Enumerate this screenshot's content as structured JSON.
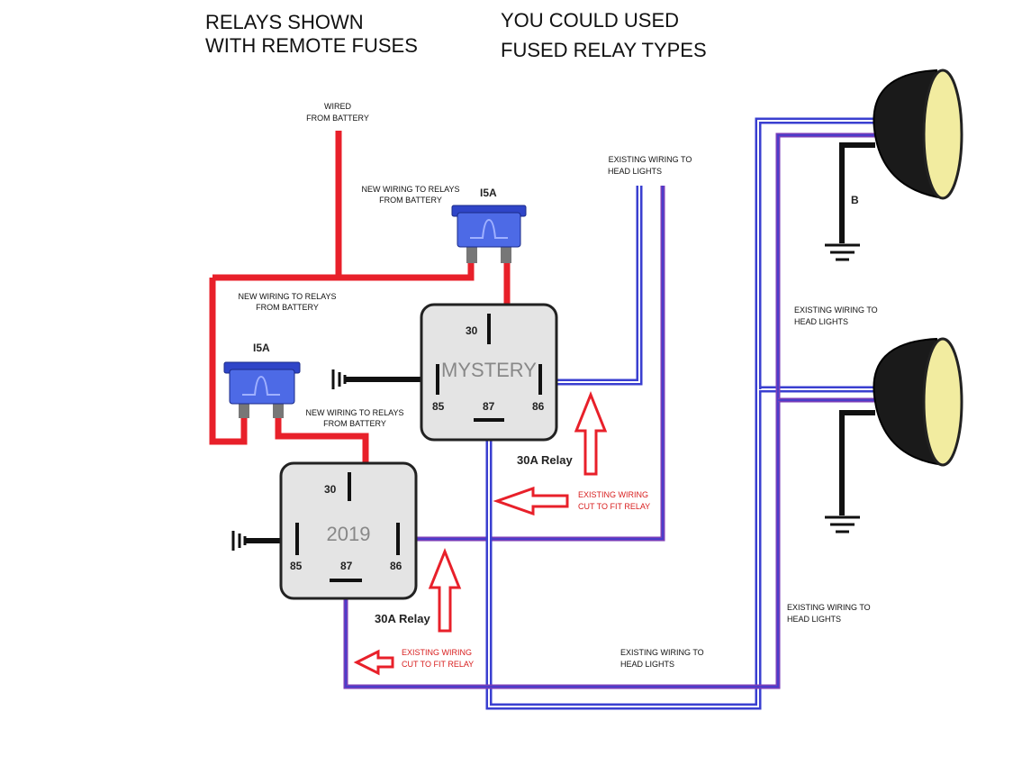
{
  "header": {
    "left_line1": "RELAYS SHOWN",
    "left_line2": "WITH  REMOTE FUSES",
    "right_line1": "YOU COULD USED",
    "right_line2": "FUSED RELAY TYPES"
  },
  "labels": {
    "wired_line1": "WIRED",
    "wired_line2": "FROM BATTERY",
    "new_wiring_top_line1": "NEW WIRING TO RELAYS",
    "new_wiring_top_line2": "FROM BATTERY",
    "new_wiring_left_line1": "NEW WIRING TO RELAYS",
    "new_wiring_left_line2": "FROM BATTERY",
    "new_wiring_mid_line1": "NEW WIRING TO RELAYS",
    "new_wiring_mid_line2": "FROM BATTERY",
    "existing_top_line1": "EXISTING WIRING TO",
    "existing_top_line2": "HEAD LIGHTS",
    "existing_right_mid_line1": "EXISTING WIRING TO",
    "existing_right_mid_line2": "HEAD LIGHTS",
    "existing_right_low_line1": "EXISTING WIRING TO",
    "existing_right_low_line2": "HEAD LIGHTS",
    "existing_bottom_line1": "EXISTING WIRING TO",
    "existing_bottom_line2": "HEAD LIGHTS",
    "cut_upper_line1": "EXISTING WIRING",
    "cut_upper_line2": "CUT TO FIT RELAY",
    "cut_lower_line1": "EXISTING WIRING",
    "cut_lower_line2": "CUT TO FIT RELAY",
    "ground_b": "B"
  },
  "fuses": [
    {
      "rating": "I5A"
    },
    {
      "rating": "I5A"
    }
  ],
  "relays": [
    {
      "name": "MYSTERY",
      "rating": "30A Relay",
      "pin_30": "30",
      "pin_85": "85",
      "pin_87": "87",
      "pin_86": "86"
    },
    {
      "name": "2019",
      "rating": "30A Relay",
      "pin_30": "30",
      "pin_85": "85",
      "pin_87": "87",
      "pin_86": "86"
    }
  ],
  "colors": {
    "battery_wire": "#e8202a",
    "ground_wire": "#111111",
    "headlight_wire_blue": "#3a3fd0",
    "headlight_wire_purple": "#7a3db8",
    "fuse_blue": "#3b55d9",
    "relay_body": "#e4e4e4",
    "headlamp_lens": "#f2eca0"
  }
}
